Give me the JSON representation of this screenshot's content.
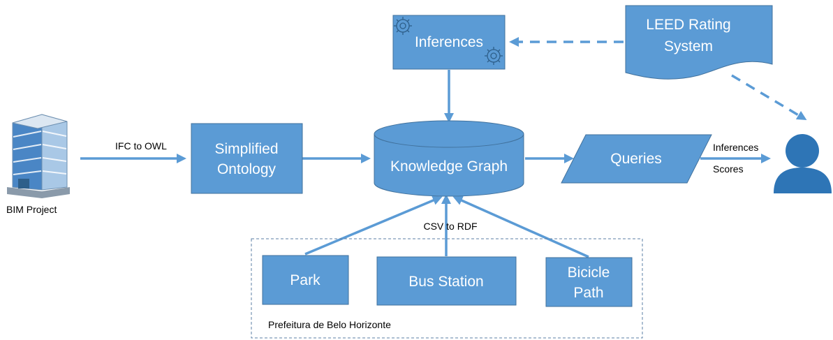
{
  "nodes": {
    "inferences": "Inferences",
    "leed_line1": "LEED Rating",
    "leed_line2": "System",
    "ontology_line1": "Simplified",
    "ontology_line2": "Ontology",
    "knowledge_graph": "Knowledge Graph",
    "queries": "Queries",
    "park": "Park",
    "bus_station": "Bus Station",
    "bicycle_line1": "Bicicle",
    "bicycle_line2": "Path"
  },
  "labels": {
    "bim_project": "BIM Project",
    "ifc_to_owl": "IFC to OWL",
    "csv_to_rdf": "CSV to RDF",
    "inferences_out": "Inferences",
    "scores_out": "Scores",
    "prefeitura": "Prefeitura de Belo Horizonte"
  },
  "colors": {
    "node_fill": "#5b9bd5",
    "node_stroke": "#41719c",
    "node_text": "#ffffff",
    "user_icon": "#2e75b6"
  },
  "icons": [
    "building-icon",
    "gear-icon",
    "user-icon"
  ]
}
